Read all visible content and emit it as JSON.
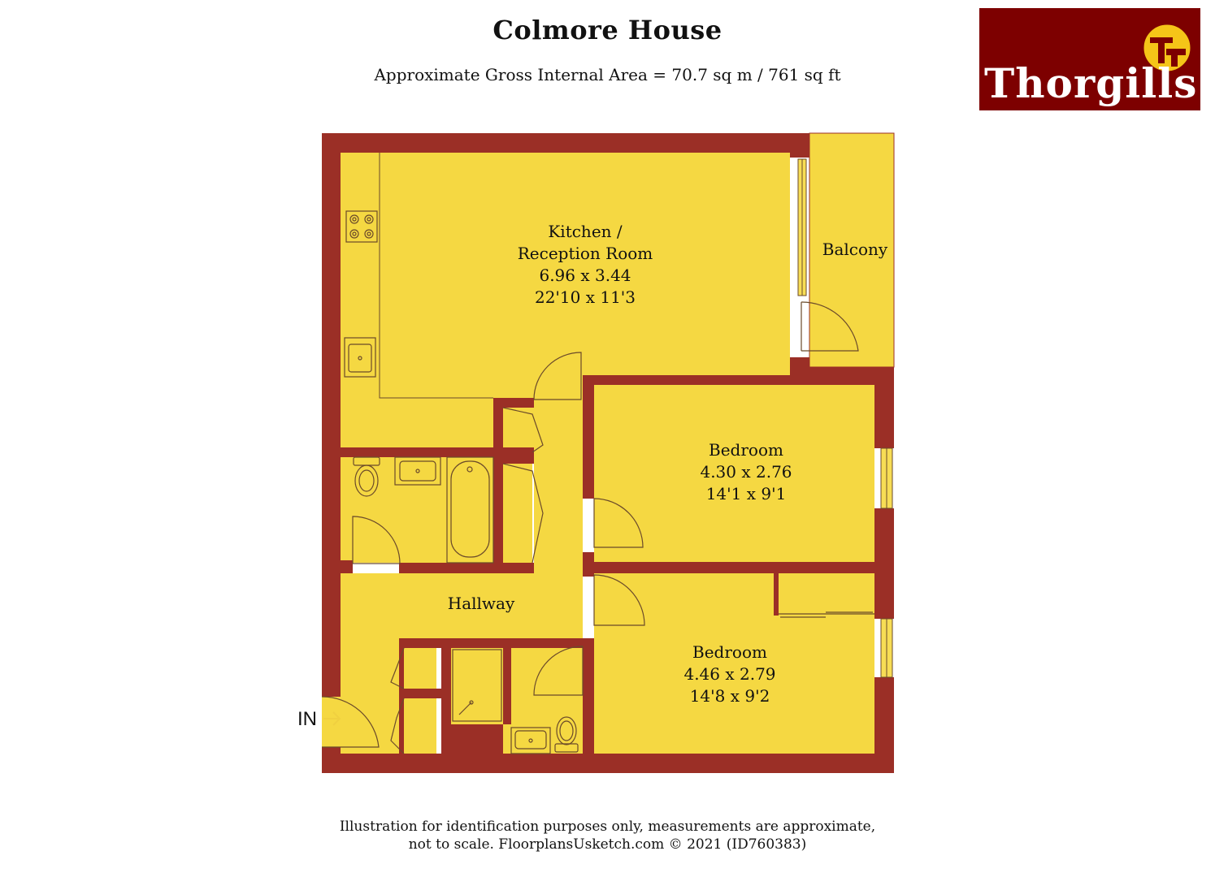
{
  "header": {
    "title": "Colmore House",
    "subtitle": "Approximate Gross Internal Area = 70.7 sq m / 761 sq ft"
  },
  "logo": {
    "text": "Thorgills",
    "colors": {
      "background": "#7d0000",
      "emblem": "#f5c518"
    }
  },
  "rooms": {
    "kitchen": {
      "name_line1": "Kitchen /",
      "name_line2": "Reception Room",
      "metric": "6.96 x 3.44",
      "imperial": "22'10 x 11'3"
    },
    "balcony": {
      "name": "Balcony"
    },
    "bedroom1": {
      "name": "Bedroom",
      "metric": "4.30 x 2.76",
      "imperial": "14'1 x 9'1"
    },
    "bedroom2": {
      "name": "Bedroom",
      "metric": "4.46 x 2.79",
      "imperial": "14'8 x 9'2"
    },
    "hallway": {
      "name": "Hallway"
    }
  },
  "entrance": {
    "label": "IN"
  },
  "colors": {
    "floor": "#f5d842",
    "wall": "#9b2f26",
    "fixture": "#f7dd55"
  },
  "footer": {
    "line1": "Illustration for identification purposes only, measurements are approximate,",
    "line2": "not to scale. FloorplansUsketch.com © 2021 (ID760383)"
  }
}
